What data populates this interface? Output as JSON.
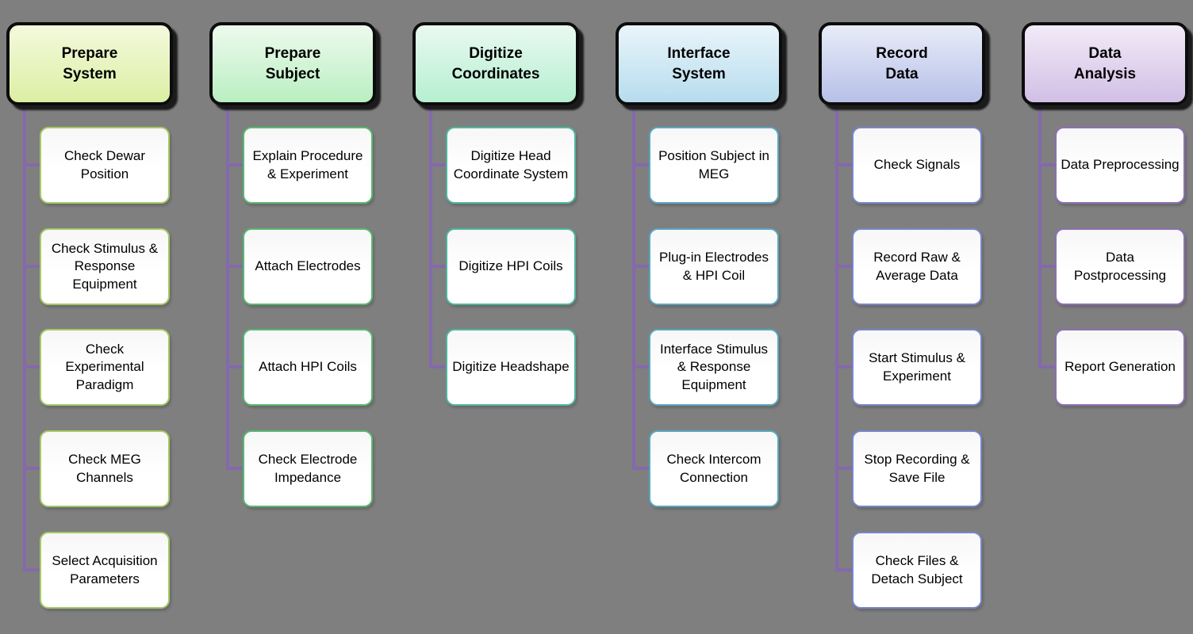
{
  "diagram": {
    "background_color": "#7f7f7f",
    "connector_color": "#8568ad",
    "columns": [
      {
        "title": "Prepare\nSystem",
        "header_gradient_top": "#f4f9dd",
        "header_gradient_bottom": "#dcefa4",
        "child_border_color": "#a3c964",
        "children": [
          "Check Dewar Position",
          "Check Stimulus & Response Equipment",
          "Check Experimental Paradigm",
          "Check MEG Channels",
          "Select Acquisition Parameters"
        ]
      },
      {
        "title": "Prepare\nSubject",
        "header_gradient_top": "#eefaee",
        "header_gradient_bottom": "#b9efc1",
        "child_border_color": "#57ba70",
        "children": [
          "Explain Procedure & Experiment",
          "Attach Electrodes",
          "Attach HPI Coils",
          "Check Electrode Impedance"
        ]
      },
      {
        "title": "Digitize\nCoordinates",
        "header_gradient_top": "#e9f9f1",
        "header_gradient_bottom": "#b6efd0",
        "child_border_color": "#4db89e",
        "children": [
          "Digitize Head Coordinate System",
          "Digitize HPI Coils",
          "Digitize Headshape"
        ]
      },
      {
        "title": "Interface\nSystem",
        "header_gradient_top": "#e9f5fa",
        "header_gradient_bottom": "#b7dcee",
        "child_border_color": "#58a7c2",
        "children": [
          "Position Subject in MEG",
          "Plug-in Electrodes & HPI Coil",
          "Interface Stimulus & Response Equipment",
          "Check Intercom Connection"
        ]
      },
      {
        "title": "Record\nData",
        "header_gradient_top": "#e8ecf8",
        "header_gradient_bottom": "#b7c0e8",
        "child_border_color": "#7886ca",
        "children": [
          "Check Signals",
          "Record Raw & Average Data",
          "Start Stimulus & Experiment",
          "Stop Recording & Save File",
          "Check Files & Detach Subject"
        ]
      },
      {
        "title": "Data\nAnalysis",
        "header_gradient_top": "#f2ebf8",
        "header_gradient_bottom": "#d2bfe5",
        "child_border_color": "#8d6fb4",
        "children": [
          "Data Preprocessing",
          "Data Postprocessing",
          "Report Generation"
        ]
      }
    ]
  }
}
